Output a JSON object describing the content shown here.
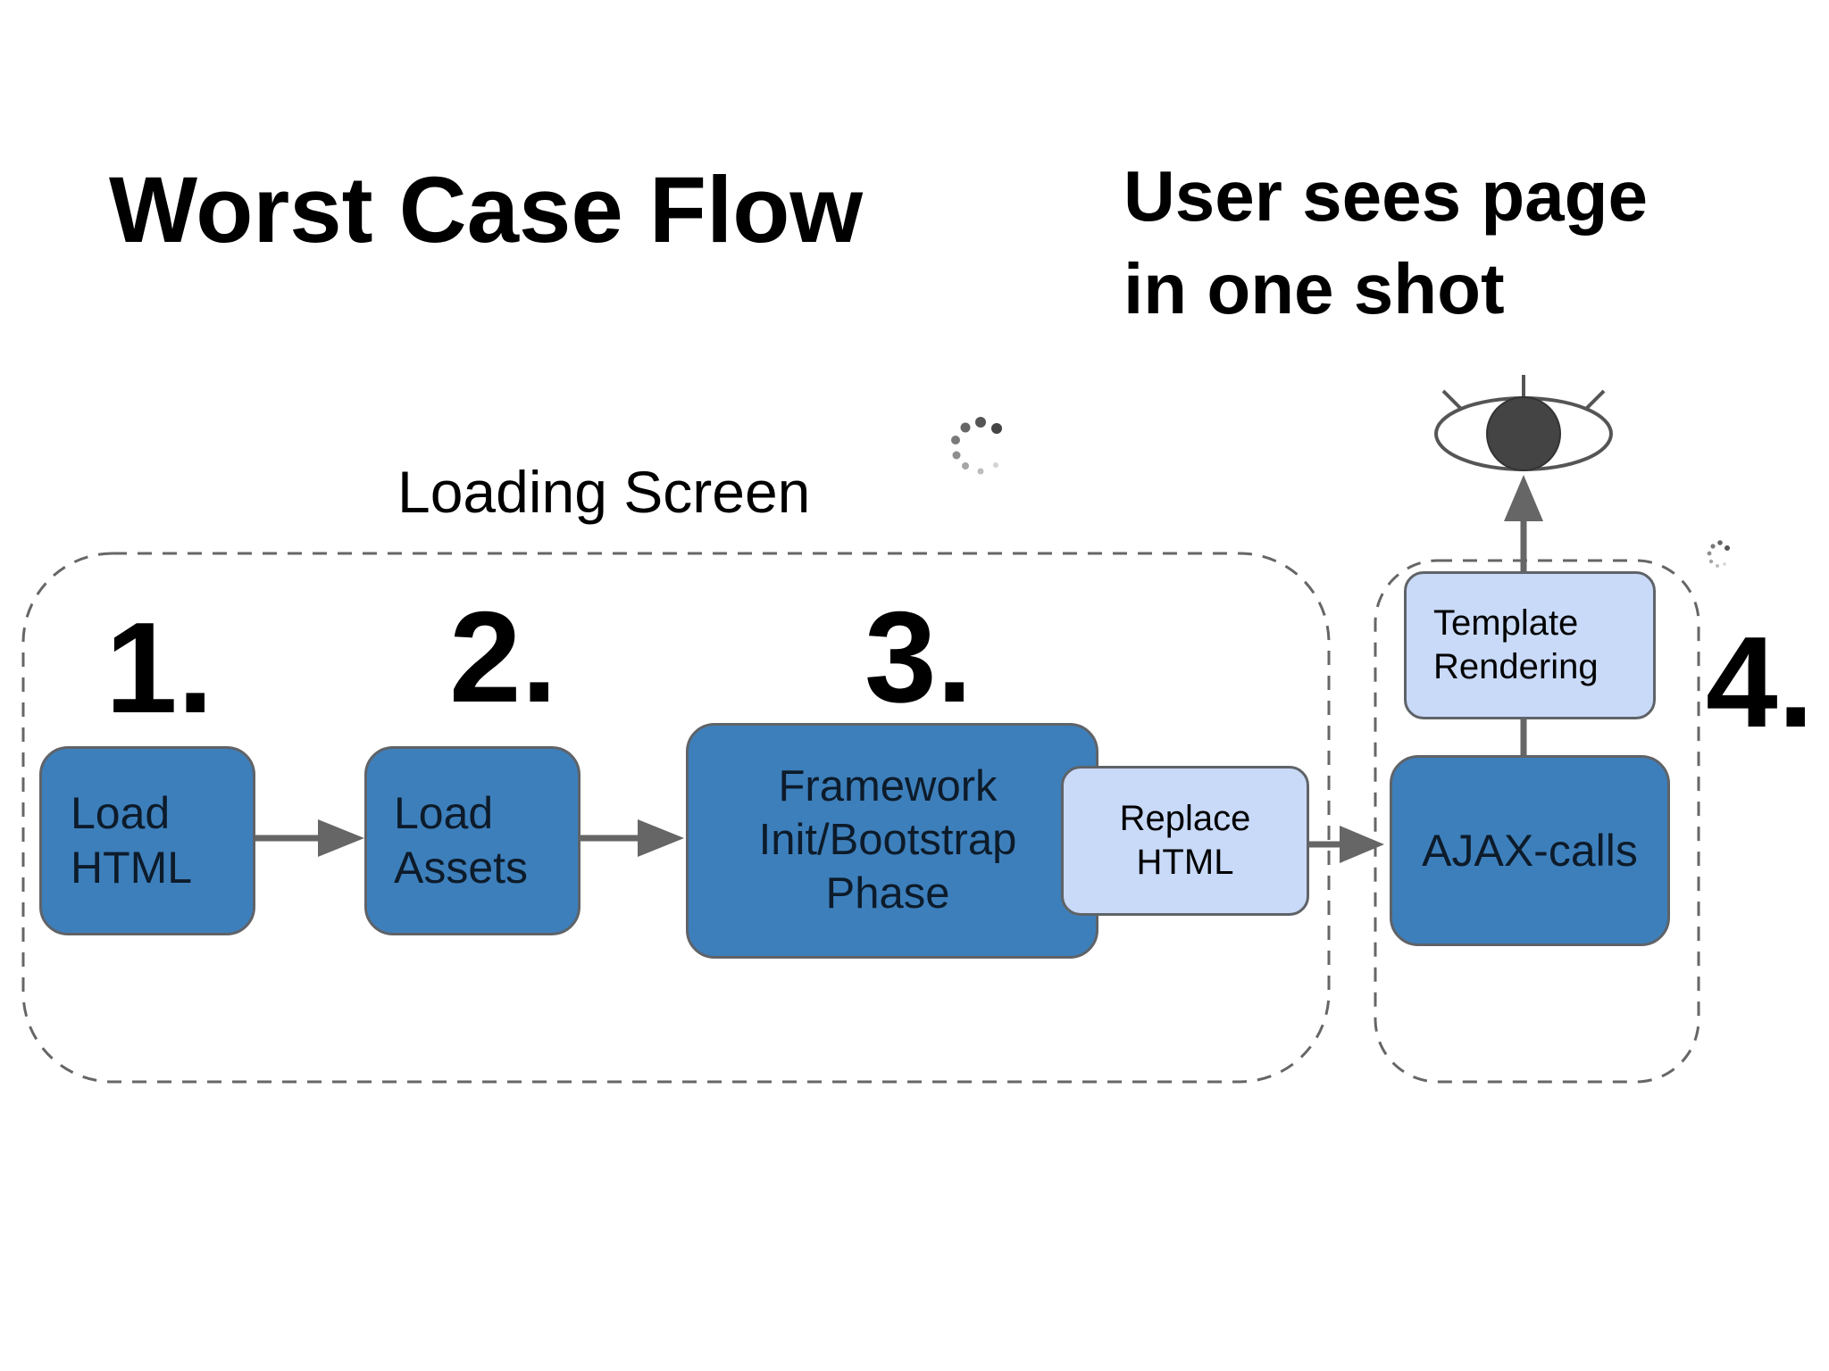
{
  "title": "Worst Case Flow",
  "subtitle": {
    "line1": "User sees page",
    "line2": "in one shot"
  },
  "loading_screen_label": "Loading Screen",
  "steps": {
    "s1": "1.",
    "s2": "2.",
    "s3": "3.",
    "s4": "4."
  },
  "boxes": {
    "load_html": {
      "line1": "Load",
      "line2": "HTML"
    },
    "load_assets": {
      "line1": "Load",
      "line2": "Assets"
    },
    "framework": {
      "line1": "Framework",
      "line2": "Init/Bootstrap",
      "line3": "Phase"
    },
    "replace_html": {
      "line1": "Replace",
      "line2": "HTML"
    },
    "ajax_calls": {
      "line1": "AJAX-calls"
    },
    "template_rendering": {
      "line1": "Template",
      "line2": "Rendering"
    }
  },
  "colors": {
    "dark_box": "#3d7fbb",
    "light_box": "#c9daf8",
    "border": "#5f6368",
    "arrow": "#666666"
  },
  "icons": {
    "spinner": "loading-spinner-icon",
    "eye": "eye-icon"
  }
}
